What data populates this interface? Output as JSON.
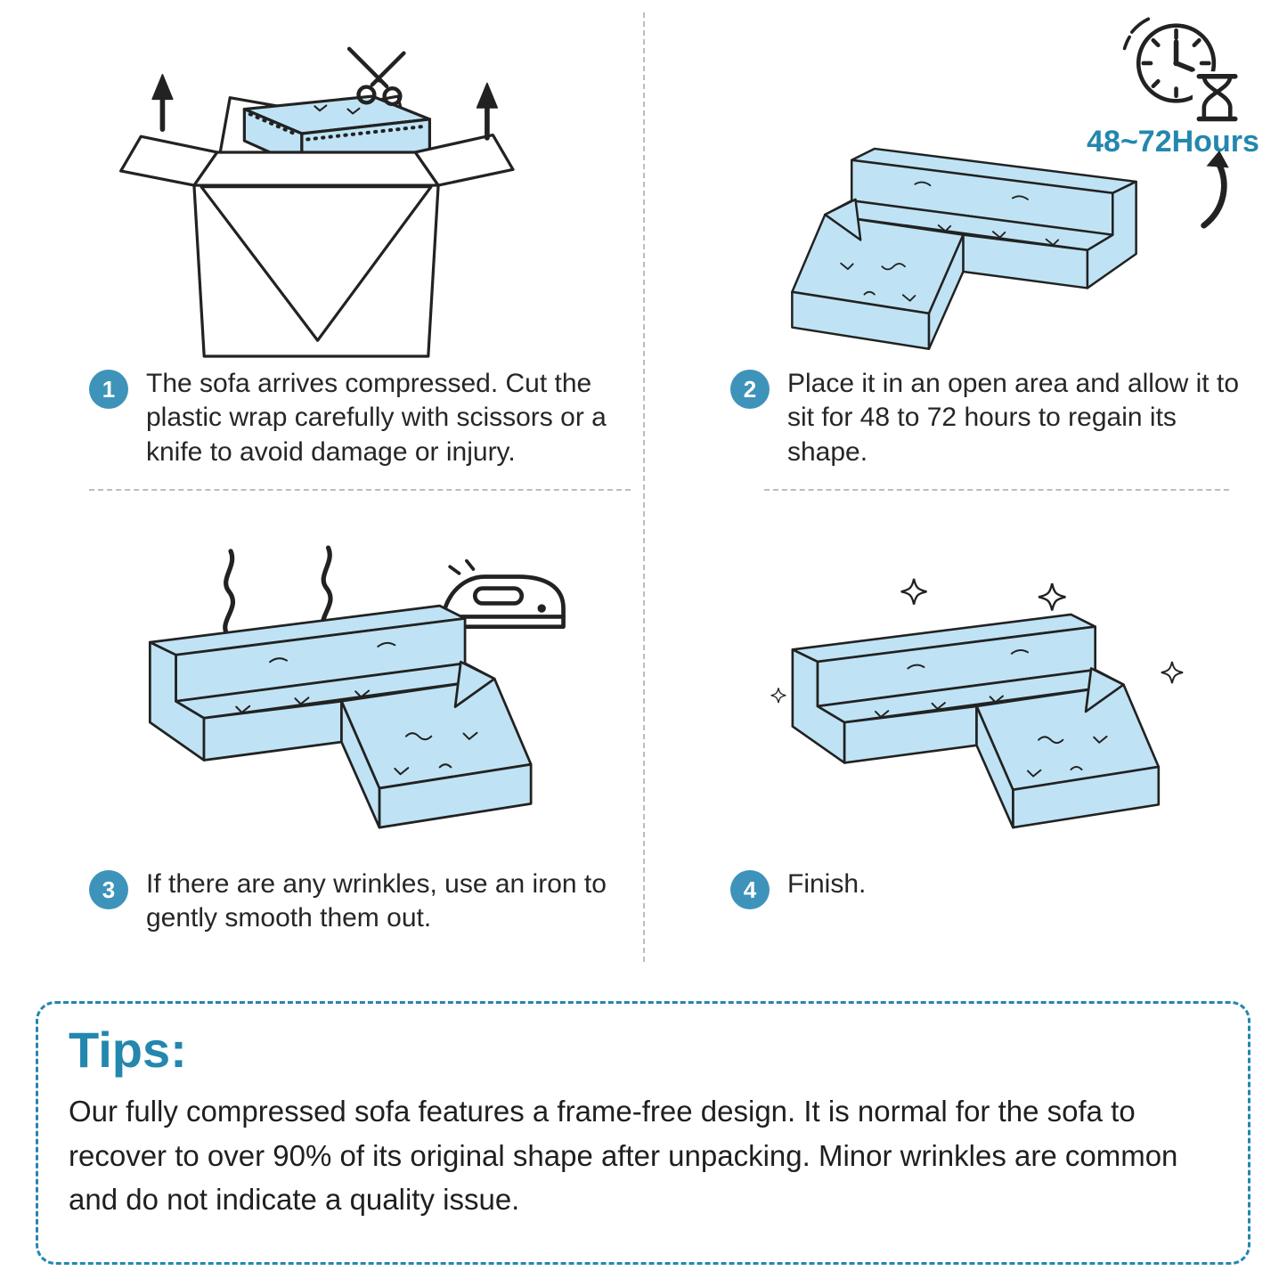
{
  "steps": [
    {
      "number": "1",
      "text": "The sofa arrives compressed. Cut the plastic wrap carefully with scissors or a knife to avoid damage or injury."
    },
    {
      "number": "2",
      "text": "Place it in an open area and allow it to sit for 48 to 72 hours to regain its shape."
    },
    {
      "number": "3",
      "text": "If there are any wrinkles, use an iron to gently smooth them out."
    },
    {
      "number": "4",
      "text": "Finish."
    }
  ],
  "duration": {
    "label": "48~72Hours",
    "icon": "clock-hourglass-icon"
  },
  "icons": {
    "step1": [
      "scissors-icon",
      "arrow-up-icon",
      "compressed-sofa-box-illustration"
    ],
    "step2": [
      "clock-hourglass-icon",
      "curved-arrow-up-icon",
      "sofa-illustration"
    ],
    "step3": [
      "iron-icon",
      "steam-icon",
      "sofa-illustration"
    ],
    "step4": [
      "sparkle-icon",
      "sofa-illustration"
    ]
  },
  "tips": {
    "heading": "Tips:",
    "body": "Our fully compressed sofa features a frame-free design. It is normal for the sofa to recover to over 90% of its original shape after unpacking. Minor wrinkles are common and do not indicate a quality issue."
  },
  "colors": {
    "accent": "#2387ae",
    "badge": "#3e93ba",
    "sofa_fill": "#bfe3f4",
    "outline": "#222222",
    "divider": "#bdbdbd"
  }
}
